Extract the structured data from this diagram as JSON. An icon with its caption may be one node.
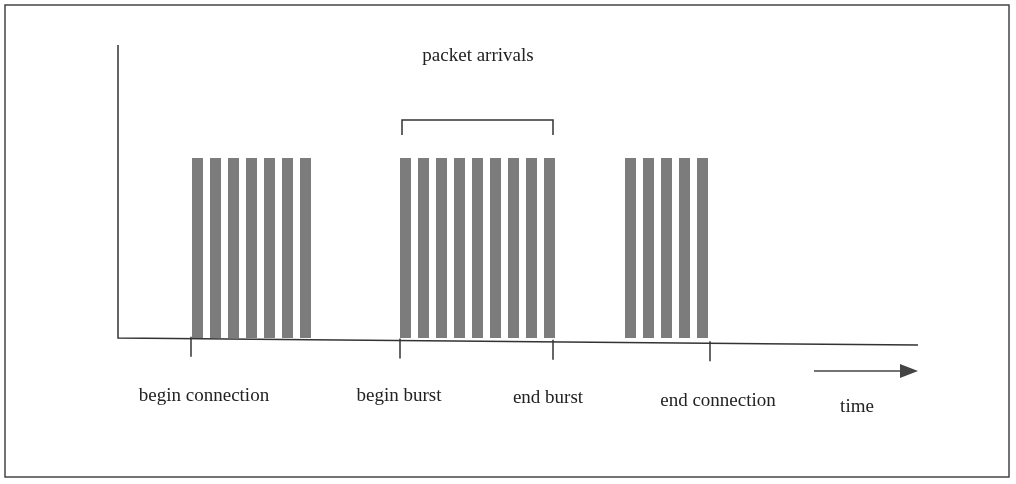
{
  "diagram": {
    "labels": [
      "packet arrivals",
      "begin connection",
      "begin burst",
      "end burst",
      "end connection",
      "time"
    ]
  }
}
